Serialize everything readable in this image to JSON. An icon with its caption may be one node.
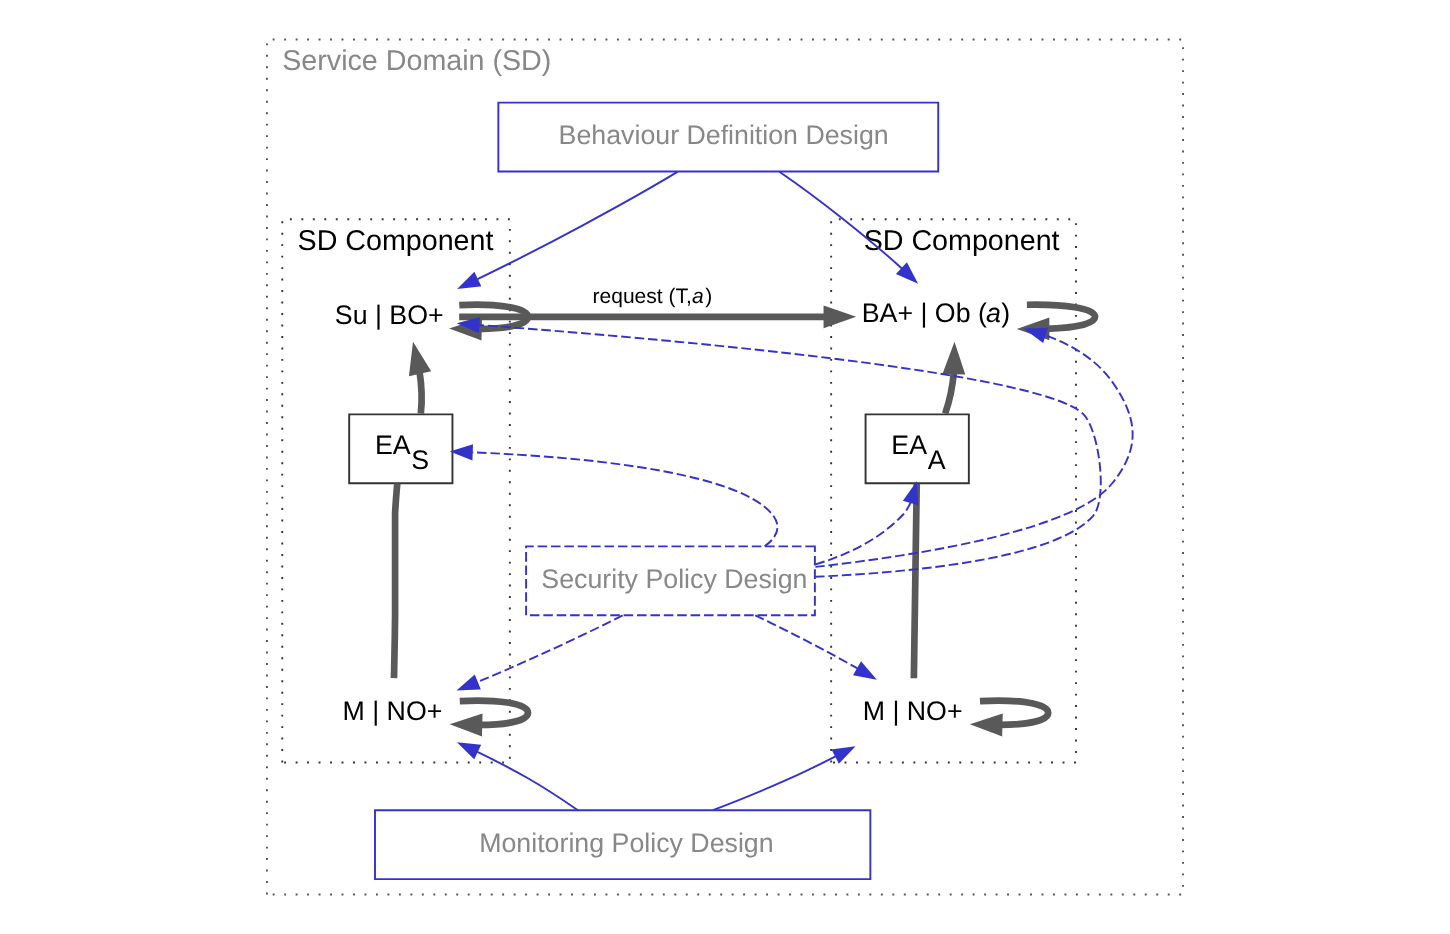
{
  "diagram": {
    "nodes": [
      {
        "text": [
          "Service Domain (SD)"
        ]
      },
      {
        "text": [
          "Behaviour Definition Design"
        ],
        "in": 0
      },
      {
        "text": [
          "SD Component"
        ],
        "in": 0
      },
      {
        "text": [
          "Su | BO+"
        ],
        "in": 2
      },
      {
        "text": [
          "EA$_{S}$"
        ],
        "in": 2
      },
      {
        "text": [
          "M | NO+"
        ],
        "in": 2
      },
      {
        "text": [
          "SD Component"
        ],
        "in": 0
      },
      {
        "text": [
          "BA+ | Ob (*a*)"
        ],
        "in": 6
      },
      {
        "text": [
          "EA$_{A}$"
        ],
        "in": 6
      },
      {
        "text": [
          "M | NO+"
        ],
        "in": 6
      },
      {
        "text": [
          "Security Policy Design"
        ],
        "in": 0
      },
      {
        "text": [
          "Monitoring Policy Design"
        ],
        "in": 0
      }
    ],
    "edges": [
      {
        "from": 1,
        "to": 3,
        "arrow": "to"
      },
      {
        "from": 1,
        "to": 7,
        "arrow": "to"
      },
      {
        "from": 3,
        "to": 7,
        "arrow": "to",
        "label": "request (T,*a*)",
        "style": "thick",
        "color": "#595959"
      },
      {
        "from": 3,
        "to": 3,
        "arrow": "to",
        "style": "thick",
        "color": "#595959"
      },
      {
        "from": 7,
        "to": 7,
        "arrow": "to",
        "style": "thick",
        "color": "#595959"
      },
      {
        "from": 5,
        "to": 4,
        "arrow": "none",
        "style": "thick",
        "color": "#595959"
      },
      {
        "from": 4,
        "to": 3,
        "arrow": "to",
        "style": "thick",
        "color": "#595959"
      },
      {
        "from": 9,
        "to": 8,
        "arrow": "none",
        "style": "thick",
        "color": "#595959"
      },
      {
        "from": 8,
        "to": 7,
        "arrow": "to",
        "style": "thick",
        "color": "#595959"
      },
      {
        "from": 5,
        "to": 5,
        "arrow": "to",
        "style": "thick",
        "color": "#595959"
      },
      {
        "from": 9,
        "to": 9,
        "arrow": "to",
        "style": "thick",
        "color": "#595959"
      },
      {
        "from": 10,
        "to": 3,
        "arrow": "to",
        "style": "dashed"
      },
      {
        "from": 10,
        "to": 4,
        "arrow": "to",
        "style": "dashed"
      },
      {
        "from": 10,
        "to": 5,
        "arrow": "to",
        "style": "dashed"
      },
      {
        "from": 10,
        "to": 7,
        "arrow": "to",
        "style": "dashed"
      },
      {
        "from": 10,
        "to": 8,
        "arrow": "to",
        "style": "dashed"
      },
      {
        "from": 10,
        "to": 9,
        "arrow": "to",
        "style": "dashed"
      },
      {
        "from": 11,
        "to": 5,
        "arrow": "to"
      },
      {
        "from": 11,
        "to": 9,
        "arrow": "to"
      }
    ]
  }
}
